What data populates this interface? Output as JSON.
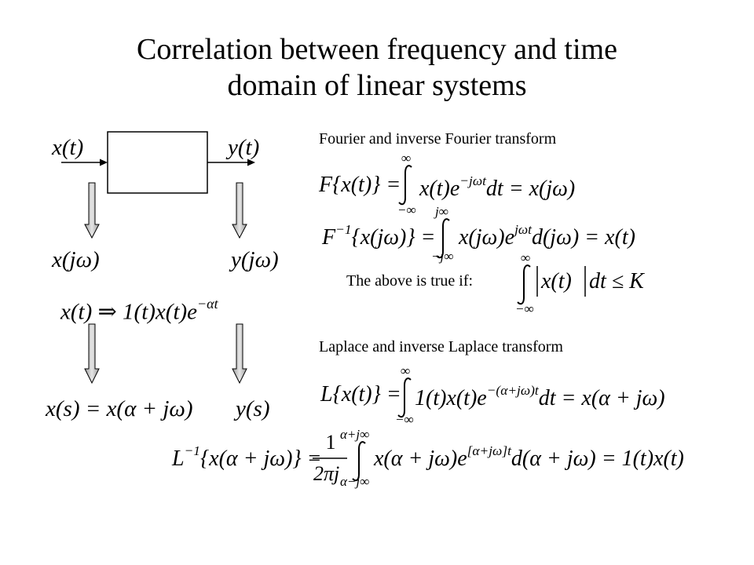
{
  "slide": {
    "title_line1": "Correlation  between frequency and time",
    "title_line2": "domain of linear systems"
  },
  "diagram": {
    "input_label": "x(t)",
    "output_label": "y(t)",
    "input_freq": "x(jω)",
    "output_freq": "y(jω)",
    "exp_transform": "x(t) ⇒ 1(t)x(t)e",
    "exp_transform_exponent": "−αt",
    "laplace_input": "x(s) = x(α + jω)",
    "laplace_output": "y(s)"
  },
  "fourier": {
    "heading": "Fourier and inverse Fourier transform",
    "forward": {
      "lhs": "F{x(t)} =",
      "upper": "∞",
      "lower": "−∞",
      "integrand": "x(t)e",
      "exponent": "−jωt",
      "rhs": "dt = x(jω)"
    },
    "inverse": {
      "lhs_op": "F",
      "lhs_op_exp": "−1",
      "lhs_arg": "{x(jω)} =",
      "upper": "j∞",
      "lower": "−j∞",
      "integrand": "x(jω)e",
      "exponent": "jωt",
      "rhs": "d(jω) = x(t)"
    },
    "condition": {
      "text": "The above is true if:",
      "upper": "∞",
      "lower": "−∞",
      "integrand": "x(t)",
      "rhs": "dt ≤ K"
    }
  },
  "laplace": {
    "heading": "Laplace and inverse Laplace transform",
    "forward": {
      "lhs": "L{x(t)} =",
      "upper": "∞",
      "lower": "−∞",
      "integrand": "1(t)x(t)e",
      "exponent": "−(α+jω)t",
      "rhs": "dt = x(α + jω)"
    },
    "inverse": {
      "lhs_op": "L",
      "lhs_op_exp": "−1",
      "lhs_arg": "{x(α + jω)} =",
      "frac_num": "1",
      "frac_den": "2πj",
      "upper": "α+j∞",
      "lower": "α−j∞",
      "integrand": "x(α + jω)e",
      "exponent": "[α+jω]t",
      "rhs": "d(α + jω) = 1(t)x(t)"
    }
  }
}
